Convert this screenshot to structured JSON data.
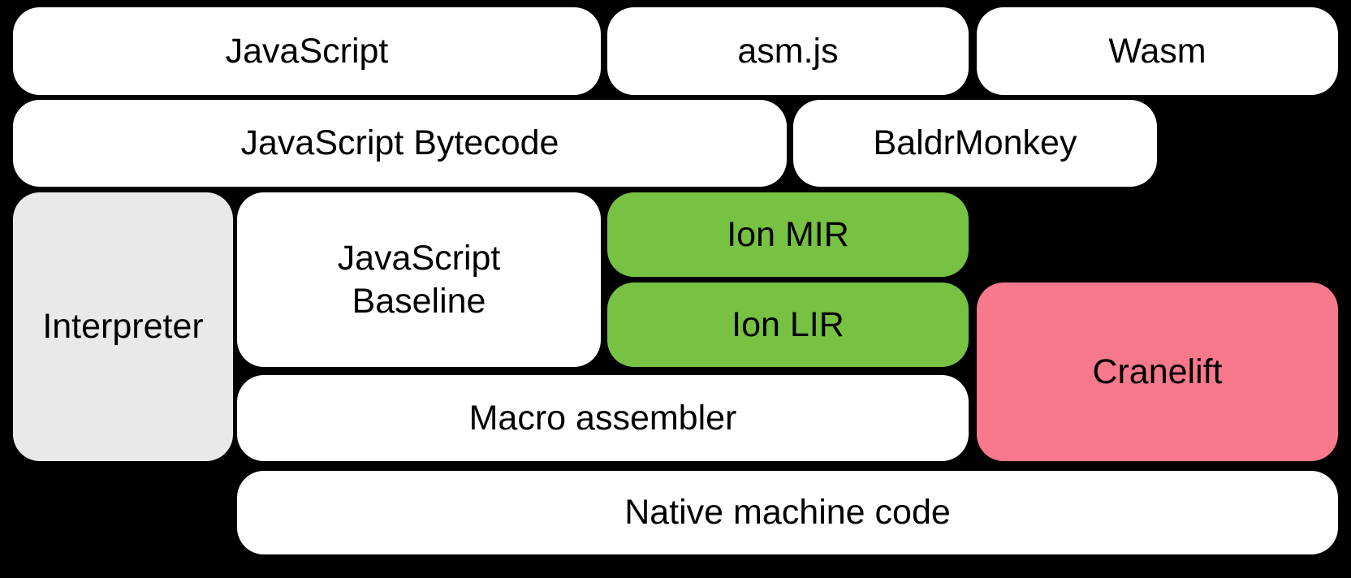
{
  "canvas": {
    "background": "#000000",
    "text_color": "#000000"
  },
  "colors": {
    "block_white": "#ffffff",
    "interpreter_gray": "#e9e9e9",
    "ion_green": "#77c143",
    "cranelift_pink": "#f7798b"
  },
  "blocks": [
    {
      "id": "javascript",
      "label": "JavaScript",
      "fill": "#ffffff"
    },
    {
      "id": "asmjs",
      "label": "asm.js",
      "fill": "#ffffff"
    },
    {
      "id": "wasm",
      "label": "Wasm",
      "fill": "#ffffff"
    },
    {
      "id": "bytecode",
      "label": "JavaScript Bytecode",
      "fill": "#ffffff"
    },
    {
      "id": "baldrmonkey",
      "label": "BaldrMonkey",
      "fill": "#ffffff"
    },
    {
      "id": "interpreter",
      "label": "Interpreter",
      "fill": "#e9e9e9"
    },
    {
      "id": "baseline",
      "label": "JavaScript\nBaseline",
      "fill": "#ffffff"
    },
    {
      "id": "ion-mir",
      "label": "Ion MIR",
      "fill": "#77c143"
    },
    {
      "id": "ion-lir",
      "label": "Ion LIR",
      "fill": "#77c143"
    },
    {
      "id": "cranelift",
      "label": "Cranelift",
      "fill": "#f7798b"
    },
    {
      "id": "macro-assembler",
      "label": "Macro assembler",
      "fill": "#ffffff"
    },
    {
      "id": "native-machine-code",
      "label": "Native machine code",
      "fill": "#ffffff"
    }
  ]
}
